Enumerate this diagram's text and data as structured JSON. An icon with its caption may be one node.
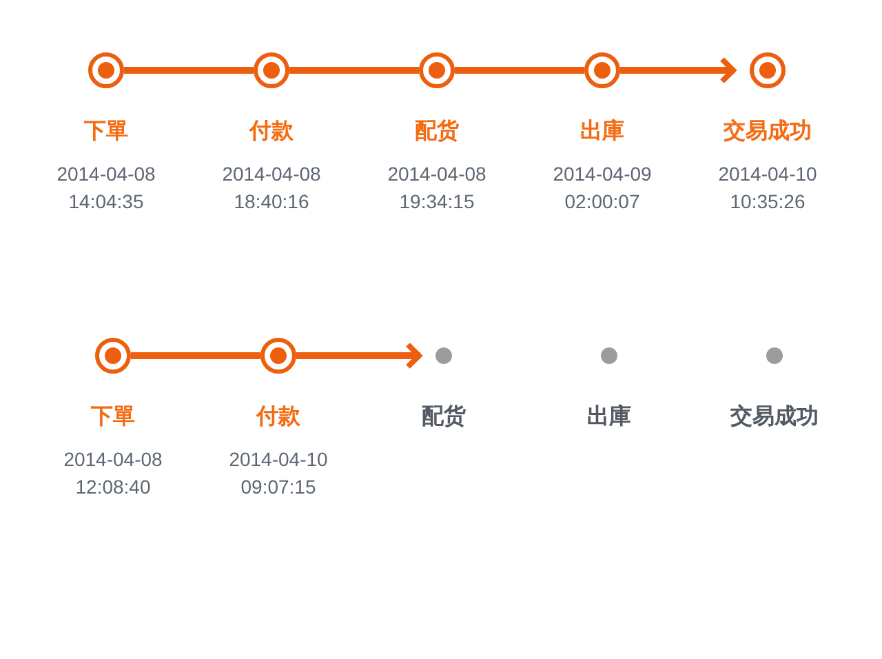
{
  "diagram": {
    "nodes": [
      {
        "text": [
          "下單",
          "2014-04-08 14:04:35"
        ]
      },
      {
        "text": [
          "付款",
          "2014-04-08 18:40:16"
        ]
      },
      {
        "text": [
          "配货",
          "2014-04-08 19:34:15"
        ]
      },
      {
        "text": [
          "出庫",
          "2014-04-09 02:00:07"
        ]
      },
      {
        "text": [
          "交易成功",
          "2014-04-10 10:35:26"
        ]
      },
      {
        "text": [
          "下單",
          "2014-04-08 12:08:40"
        ]
      },
      {
        "text": [
          "付款",
          "2014-04-10 09:07:15"
        ]
      },
      {
        "text": [
          "配货"
        ]
      },
      {
        "text": [
          "出庫"
        ]
      },
      {
        "text": [
          "交易成功"
        ]
      }
    ],
    "edges": [
      {
        "from": 0,
        "to": 1,
        "arrow": "none"
      },
      {
        "from": 1,
        "to": 2,
        "arrow": "none"
      },
      {
        "from": 2,
        "to": 3,
        "arrow": "none"
      },
      {
        "from": 3,
        "to": 4,
        "arrow": "to"
      },
      {
        "from": 5,
        "to": 6,
        "arrow": "none"
      },
      {
        "from": 6,
        "to": 7,
        "arrow": "to"
      }
    ]
  }
}
